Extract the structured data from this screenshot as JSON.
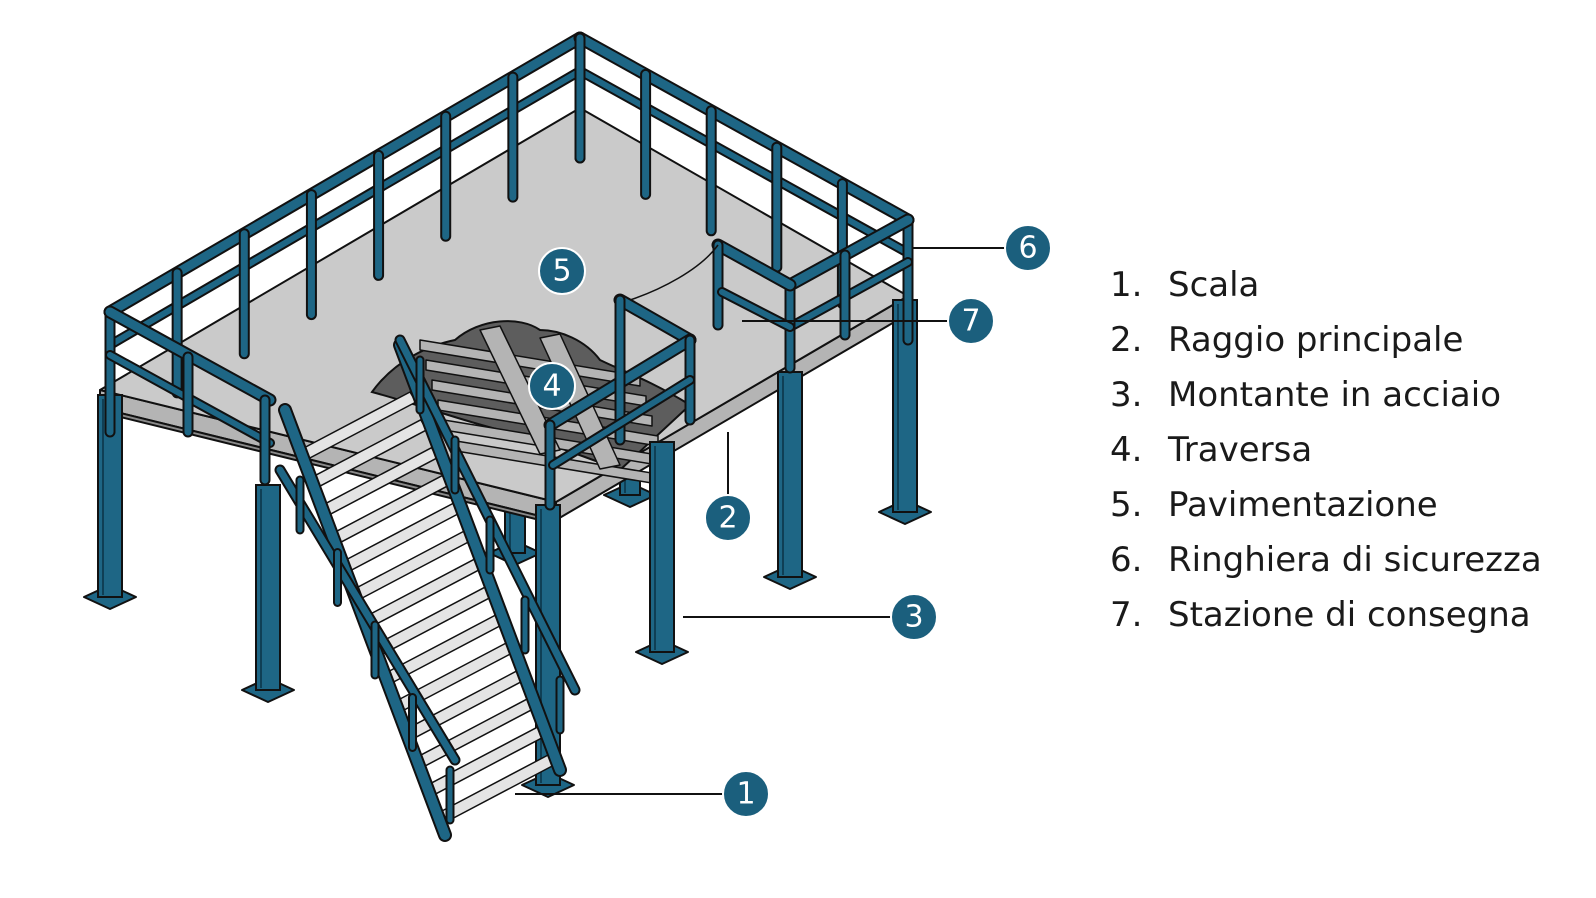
{
  "colors": {
    "steel": "#1e6685",
    "outline": "#111111",
    "floor": "#cacaca",
    "beam": "#b4b4b4",
    "tread": "#e4e4e4",
    "callout_fill": "#1b5f7d",
    "callout_ring": "#ffffff"
  },
  "callouts": [
    {
      "id": "1",
      "label": "1",
      "target": "scala"
    },
    {
      "id": "2",
      "label": "2",
      "target": "raggio-principale"
    },
    {
      "id": "3",
      "label": "3",
      "target": "montante-in-acciaio"
    },
    {
      "id": "4",
      "label": "4",
      "target": "traversa"
    },
    {
      "id": "5",
      "label": "5",
      "target": "pavimentazione"
    },
    {
      "id": "6",
      "label": "6",
      "target": "ringhiera-di-sicurezza"
    },
    {
      "id": "7",
      "label": "7",
      "target": "stazione-di-consegna"
    }
  ],
  "legend": [
    {
      "number": "1.",
      "text": "Scala"
    },
    {
      "number": "2.",
      "text": "Raggio principale"
    },
    {
      "number": "3.",
      "text": "Montante in acciaio"
    },
    {
      "number": "4.",
      "text": "Traversa"
    },
    {
      "number": "5.",
      "text": "Pavimentazione"
    },
    {
      "number": "6.",
      "text": "Ringhiera di sicurezza"
    },
    {
      "number": "7.",
      "text": "Stazione di consegna"
    }
  ]
}
